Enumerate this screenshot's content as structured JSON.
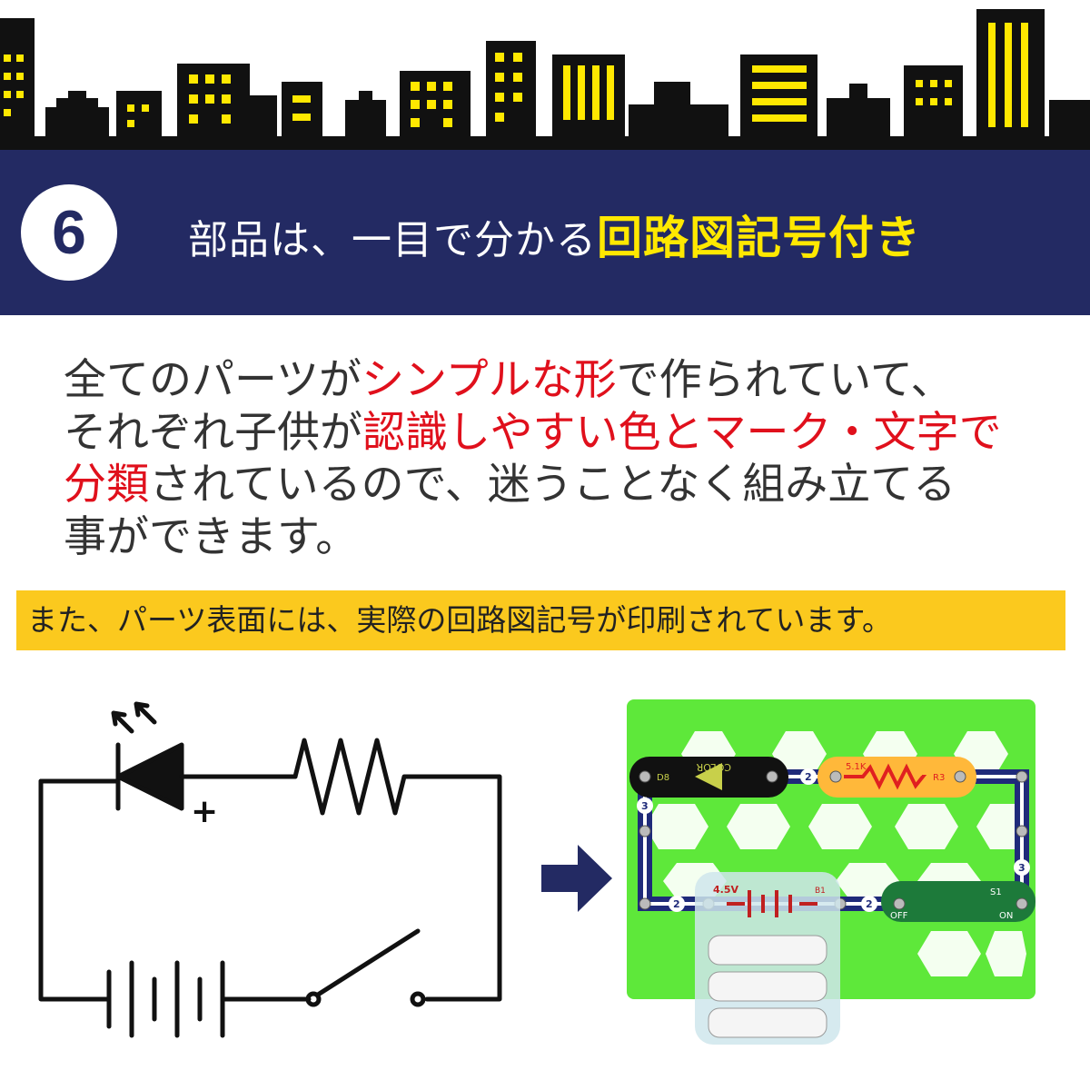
{
  "header": {
    "step_number": "6",
    "title_plain": "部品は、一目で分かる",
    "title_highlight": "回路図記号付き"
  },
  "body": {
    "line1": [
      {
        "t": "全てのパーツが",
        "red": false
      },
      {
        "t": "シンプルな形",
        "red": true
      },
      {
        "t": "で作られていて、",
        "red": false
      }
    ],
    "line2": [
      {
        "t": "それぞれ子供が",
        "red": false
      },
      {
        "t": "認識しやすい色とマーク・文字で",
        "red": true
      }
    ],
    "line3": [
      {
        "t": "分類",
        "red": true
      },
      {
        "t": "されているので、迷うことなく組み立てる",
        "red": false
      }
    ],
    "line4": [
      {
        "t": "事ができます。",
        "red": false
      }
    ]
  },
  "note": "また、パーツ表面には、実際の回路図記号が印刷されています。",
  "diagram": {
    "plus_label": "+"
  },
  "photo": {
    "led_label": "COLOR",
    "led_id": "D8",
    "resistor_value": "5.1K",
    "resistor_id": "R3",
    "battery_voltage": "4.5V",
    "battery_id": "B1",
    "switch_id": "S1",
    "switch_off": "OFF",
    "switch_on": "ON",
    "wire_2": "2",
    "wire_3": "3"
  },
  "colors": {
    "navy": "#232a63",
    "yellow": "#ffe800",
    "red": "#e0101c",
    "note_bg": "#fbc91e",
    "board_green": "#5ee83a"
  }
}
